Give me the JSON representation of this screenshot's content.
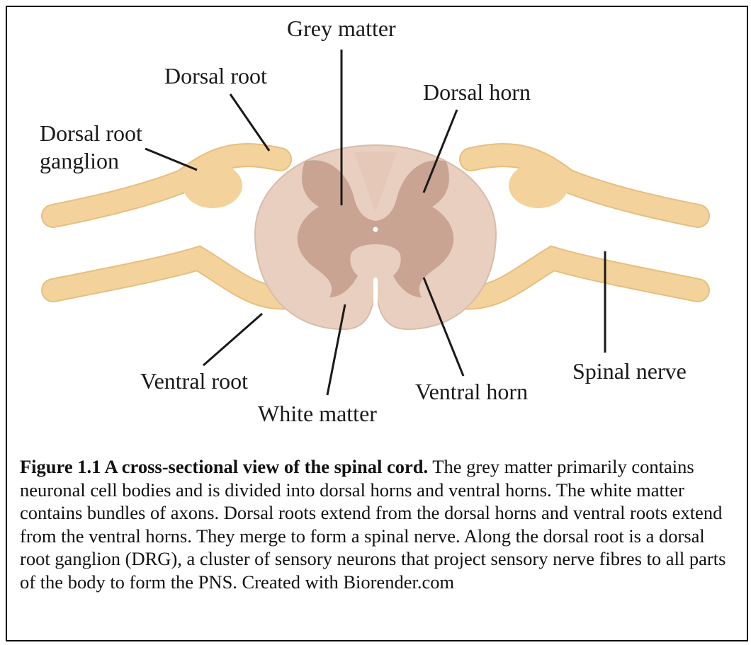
{
  "labels": {
    "grey_matter": "Grey matter",
    "dorsal_root": "Dorsal root",
    "dorsal_horn": "Dorsal horn",
    "drg_line1": "Dorsal root",
    "drg_line2": "ganglion",
    "ventral_root": "Ventral root",
    "white_matter": "White matter",
    "ventral_horn": "Ventral horn",
    "spinal_nerve": "Spinal nerve"
  },
  "caption": {
    "title": "Figure 1.1 A cross-sectional view of the spinal cord.",
    "body": " The grey matter primarily contains neuronal cell bodies and is divided into dorsal horns and ventral horns. The white matter contains bundles of axons. Dorsal roots extend from the dorsal horns and ventral roots extend from the ventral horns. They merge to form a spinal nerve. Along the dorsal root is a dorsal root ganglion (DRG), a cluster of sensory neurons that project sensory nerve fibres to all parts of the body to form the PNS. Created with Biorender.com"
  },
  "colors": {
    "nerve": "#f3d39b",
    "nerve_edge": "#e6bf80",
    "white_matter": "#e9cfbf",
    "grey_matter": "#c9a493",
    "leader": "#1a1a1a"
  }
}
